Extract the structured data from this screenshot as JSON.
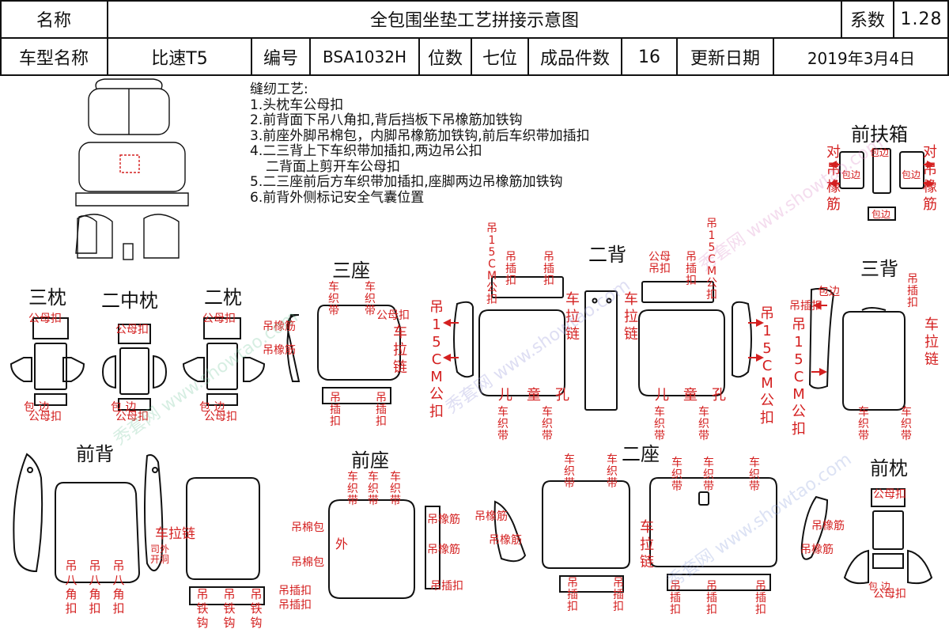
{
  "header": {
    "name_label": "名称",
    "title": "全包围坐垫工艺拼接示意图",
    "coeff_label": "系数",
    "coeff_value": "1.28",
    "model_label": "车型名称",
    "model_value": "比速T5",
    "code_label": "编号",
    "code_value": "BSA1032H",
    "seats_label": "位数",
    "seats_value": "七位",
    "pieces_label": "成品件数",
    "pieces_value": "16",
    "date_label": "更新日期",
    "date_value": "2019年3月4日"
  },
  "craft": {
    "title": "缝纫工艺:",
    "lines": [
      "1.头枕车公母扣",
      "2.前背面下吊八角扣,背后挡板下吊橡筋加铁钩",
      "3.前座外脚吊棉包，内脚吊橡筋加铁钩,前后车织带加插扣",
      "4.二三背上下车织带加插扣,两边吊公扣",
      "  二背面上剪开车公母扣",
      "5.二三座前后方车织带加插扣,座脚两边吊橡筋加铁钩",
      "6.前背外侧标记安全气囊位置"
    ]
  },
  "sections": {
    "front_box": "前扶箱",
    "third_back": "三背",
    "second_back": "二背",
    "third_seat": "三座",
    "third_pillow": "三枕",
    "second_mid_pillow": "二中枕",
    "second_pillow": "二枕",
    "front_back": "前背",
    "front_seat": "前座",
    "second_seat": "二座",
    "front_pillow": "前枕"
  },
  "annotations": {
    "male_female": "公母扣",
    "piping": "包边",
    "piping_short": "包 边",
    "hook_rubber": "吊橡筋",
    "hook_male_snap": "吊公扣",
    "car_strap": "车织带",
    "car_zipper": "车拉链",
    "hook_buckle": "吊插扣",
    "hook_15cm": "吊15CM公扣",
    "child": "儿童孔",
    "hook_octagon": "吊八角扣",
    "hook_iron": "吊铁钩",
    "hook_cotton": "吊棉包",
    "outer": "外",
    "airbag": "司外开洞",
    "pair_hook_rubber": "对吊橡筋",
    "male_female_hook": "公母吊扣",
    "front_zip_h": "车拉链"
  },
  "watermark": "秀套网 www.showtao.com"
}
